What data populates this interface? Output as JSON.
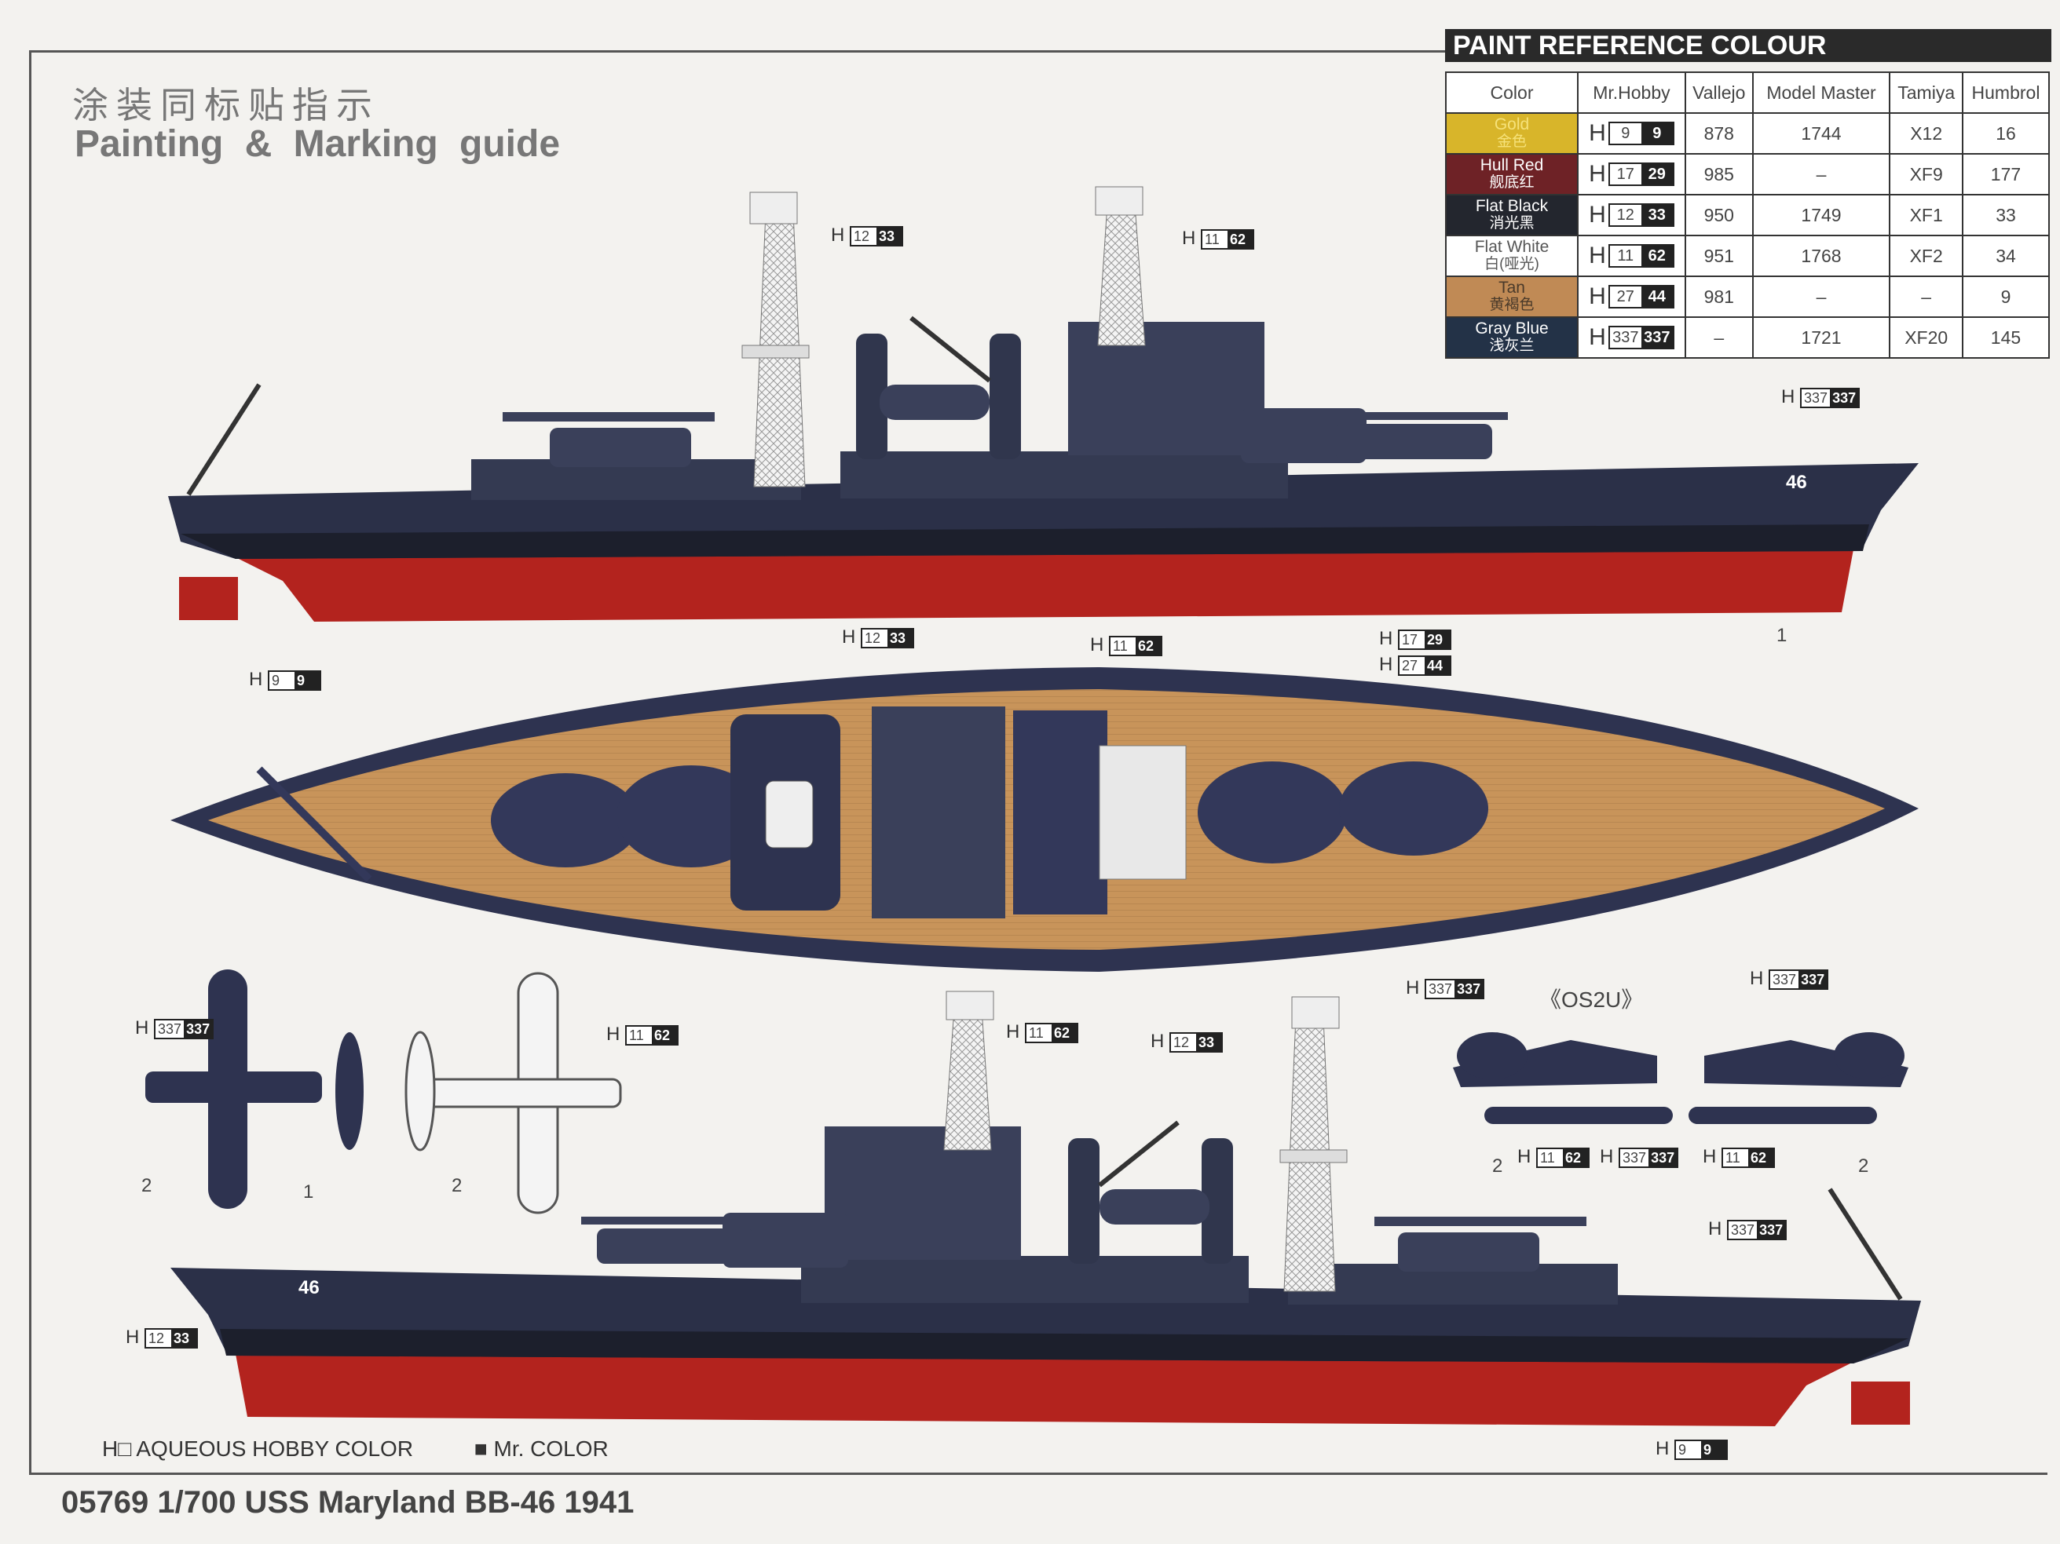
{
  "header": {
    "title_cn": "涂装同标贴指示",
    "title_en": "Painting & Marking guide"
  },
  "paint_table": {
    "title": "PAINT REFERENCE COLOUR",
    "columns": [
      "Color",
      "Mr.Hobby",
      "Vallejo",
      "Model Master",
      "Tamiya",
      "Humbrol"
    ],
    "rows": [
      {
        "name": "Gold",
        "name_cn": "金色",
        "swatch": "#d8b52a",
        "text": "#f6e27a",
        "h": "9",
        "mr": "9",
        "vallejo": "878",
        "model_master": "1744",
        "tamiya": "X12",
        "humbrol": "16"
      },
      {
        "name": "Hull Red",
        "name_cn": "舰底红",
        "swatch": "#6e2226",
        "text": "#ffffff",
        "h": "17",
        "mr": "29",
        "vallejo": "985",
        "model_master": "–",
        "tamiya": "XF9",
        "humbrol": "177"
      },
      {
        "name": "Flat Black",
        "name_cn": "消光黑",
        "swatch": "#23262e",
        "text": "#ffffff",
        "h": "12",
        "mr": "33",
        "vallejo": "950",
        "model_master": "1749",
        "tamiya": "XF1",
        "humbrol": "33"
      },
      {
        "name": "Flat White",
        "name_cn": "白(哑光)",
        "swatch": "#ffffff",
        "text": "#555555",
        "h": "11",
        "mr": "62",
        "vallejo": "951",
        "model_master": "1768",
        "tamiya": "XF2",
        "humbrol": "34"
      },
      {
        "name": "Tan",
        "name_cn": "黄褐色",
        "swatch": "#c08a55",
        "text": "#4a3a2a",
        "h": "27",
        "mr": "44",
        "vallejo": "981",
        "model_master": "–",
        "tamiya": "–",
        "humbrol": "9"
      },
      {
        "name": "Gray Blue",
        "name_cn": "浅灰兰",
        "swatch": "#233247",
        "text": "#ffffff",
        "h": "337",
        "mr": "337",
        "vallejo": "–",
        "model_master": "1721",
        "tamiya": "XF20",
        "humbrol": "145"
      }
    ]
  },
  "callouts": [
    {
      "h": "12",
      "mr": "33"
    },
    {
      "h": "11",
      "mr": "62"
    },
    {
      "h": "337",
      "mr": "337"
    },
    {
      "h": "9",
      "mr": "9"
    },
    {
      "h": "12",
      "mr": "33"
    },
    {
      "h": "11",
      "mr": "62"
    },
    {
      "h": "17",
      "mr": "29"
    },
    {
      "h": "27",
      "mr": "44"
    },
    {
      "h": "337",
      "mr": "337"
    },
    {
      "h": "337",
      "mr": "337"
    },
    {
      "h": "337",
      "mr": "337"
    },
    {
      "h": "11",
      "mr": "62"
    },
    {
      "h": "11",
      "mr": "62"
    },
    {
      "h": "12",
      "mr": "33"
    },
    {
      "h": "11",
      "mr": "62"
    },
    {
      "h": "337",
      "mr": "337"
    },
    {
      "h": "11",
      "mr": "62"
    },
    {
      "h": "337",
      "mr": "337"
    },
    {
      "h": "12",
      "mr": "33"
    },
    {
      "h": "9",
      "mr": "9"
    }
  ],
  "callout_prefix": "H",
  "part_numbers": [
    "1",
    "2",
    "2",
    "1",
    "2",
    "2"
  ],
  "hull_number": "46",
  "aircraft_label": "《OS2U》",
  "legend": {
    "aqueous": "H□ AQUEOUS HOBBY COLOR",
    "mr_color": "■ Mr. COLOR"
  },
  "footer": "05769 1/700 USS Maryland BB-46 1941",
  "colors": {
    "hull": "#2b3048",
    "hull_red": "#b3231e",
    "deck": "#c8945a",
    "lattice": "#f2f2f2"
  }
}
